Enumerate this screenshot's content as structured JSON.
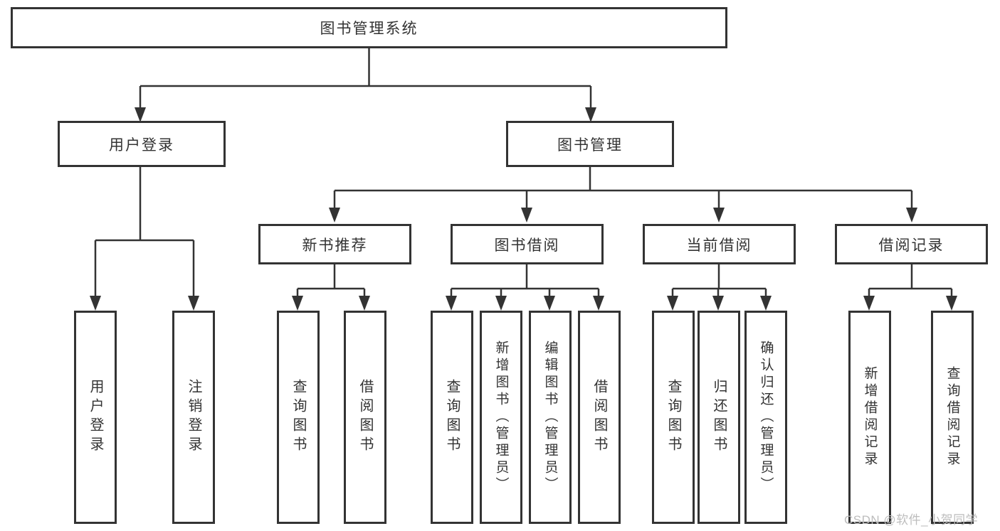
{
  "tree": {
    "root": "图书管理系统",
    "user_login": {
      "label": "用户登录",
      "children": [
        "用户登录",
        "注销登录"
      ]
    },
    "book_mgmt": {
      "label": "图书管理",
      "sections": [
        {
          "label": "新书推荐",
          "children": [
            "查询图书",
            "借阅图书"
          ]
        },
        {
          "label": "图书借阅",
          "children": [
            "查询图书",
            "新增图书（管理员）",
            "编辑图书（管理员）",
            "借阅图书"
          ]
        },
        {
          "label": "当前借阅",
          "children": [
            "查询图书",
            "归还图书",
            "确认归还（管理员）"
          ]
        },
        {
          "label": "借阅记录",
          "children": [
            "新增借阅记录",
            "查询借阅记录"
          ]
        }
      ]
    }
  },
  "watermark": {
    "text": "CSDN @软件_小贺同学",
    "color": "#bdbdbd"
  },
  "style": {
    "line_color": "#333333",
    "box_border_color": "#333333",
    "background": "#ffffff"
  }
}
